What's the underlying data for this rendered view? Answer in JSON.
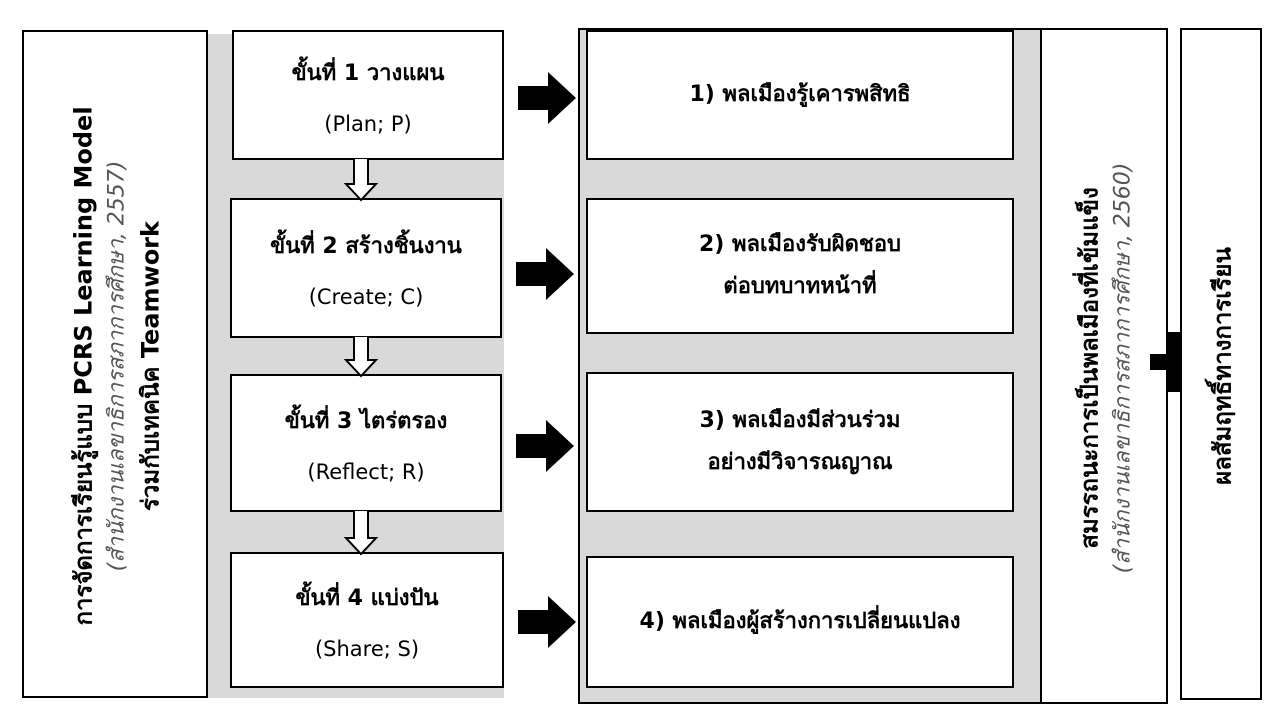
{
  "left_panel": {
    "line1": "การจัดการเรียนรู้แบบ PCRS Learning Model",
    "line2": "(สำนักงานเลขาธิการสภาการศึกษา, 2557)",
    "line3": "ร่วมกับเทคนิค Teamwork"
  },
  "steps": [
    {
      "title": "ขั้นที่ 1 วางแผน",
      "code": "(Plan; P)"
    },
    {
      "title": "ขั้นที่ 2 สร้างชิ้นงาน",
      "code": "(Create; C)"
    },
    {
      "title": "ขั้นที่ 3 ไตร่ตรอง",
      "code": "(Reflect; R)"
    },
    {
      "title": "ขั้นที่ 4 แบ่งปัน",
      "code": "(Share; S)"
    }
  ],
  "outcomes": [
    {
      "line1": "1) พลเมืองรู้เคารพสิทธิ",
      "line2": ""
    },
    {
      "line1": "2) พลเมืองรับผิดชอบ",
      "line2": "ต่อบทบาทหน้าที่"
    },
    {
      "line1": "3) พลเมืองมีส่วนร่วม",
      "line2": "อย่างมีวิจารณญาณ"
    },
    {
      "line1": "4) พลเมืองผู้สร้างการเปลี่ยนแปลง",
      "line2": ""
    }
  ],
  "competency_panel": {
    "line1": "สมรรถนะการเป็นพลเมืองที่เข้มแข็ง",
    "line2": "(สำนักงานเลขาธิการสภาการศึกษา, 2560)"
  },
  "achievement_panel": {
    "line1": "ผลสัมฤทธิ์ทางการเรียน"
  }
}
